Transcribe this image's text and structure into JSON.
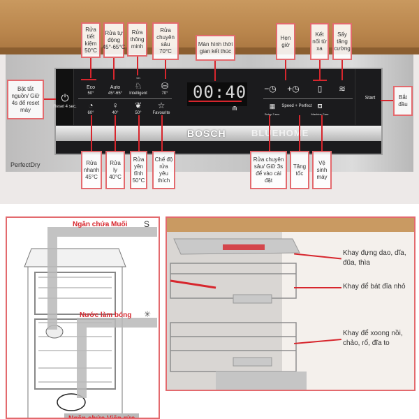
{
  "control_panel": {
    "brand": "BOSCH",
    "watermark": "BLUEHOME",
    "series": "PerfectDry",
    "display_time": "00:40",
    "start": "Start",
    "power": {
      "icon": "power-icon",
      "label": "Reset 4 sec."
    },
    "programs_top": [
      {
        "name": "Eco",
        "temp": "50°"
      },
      {
        "name": "Auto",
        "temp": "45°-65°"
      },
      {
        "name": "Intelligent",
        "icon": "intelligent-icon",
        "on": "On"
      },
      {
        "name": "70°",
        "icon": "pot-icon"
      }
    ],
    "programs_bottom": [
      {
        "name": "60°",
        "icon": "quick-icon"
      },
      {
        "name": "40°",
        "icon": "glass-icon"
      },
      {
        "name": "50°",
        "icon": "silence-icon"
      },
      {
        "name": "Favourite",
        "icon": "star-icon"
      }
    ],
    "options_top": [
      {
        "label": "−◷"
      },
      {
        "label": "+◷"
      },
      {
        "label": "remote",
        "icon": "remote-icon"
      },
      {
        "label": "dry",
        "icon": "extra-dry-icon"
      }
    ],
    "options_bottom": [
      {
        "name": "Setup 3 sec."
      },
      {
        "name": "Speed + Perfect"
      },
      {
        "name": "Machine Care"
      }
    ]
  },
  "callouts": {
    "eco": "Rửa tiết kiệm 50°C",
    "auto": "Rửa tự động 45°-65°C",
    "intelligent": "Rửa thông minh",
    "intensive": "Rửa chuyên sâu 70°C",
    "display": "Màn hình thời gian kết thúc",
    "timer": "Hẹn giờ",
    "remote": "Kết nối từ xa",
    "dry": "Sấy tăng cường",
    "power": "Bật tắt nguồn/ Giữ 4s để reset máy",
    "start": "Bắt đầu",
    "quick": "Rửa nhanh 45°C",
    "glass": "Rửa ly 40°C",
    "silence": "Rửa yên tĩnh 50°C",
    "favourite": "Chế độ rửa yêu thích",
    "setup": "Rửa chuyên sâu/ Giữ 3s để vào cài đặt",
    "speed": "Tăng tốc",
    "care": "Vệ sinh máy"
  },
  "diagram": {
    "salt": "Ngăn chứa Muối",
    "rinse": "Nước làm bóng",
    "tablet": "Ngăn chứa Viên rửa"
  },
  "racks": {
    "top": "Khay đựng dao, dĩa, đũa, thìa",
    "middle": "Khay để bát đĩa nhỏ",
    "bottom": "Khay để xoong nồi, chảo, rổ, đĩa to"
  }
}
